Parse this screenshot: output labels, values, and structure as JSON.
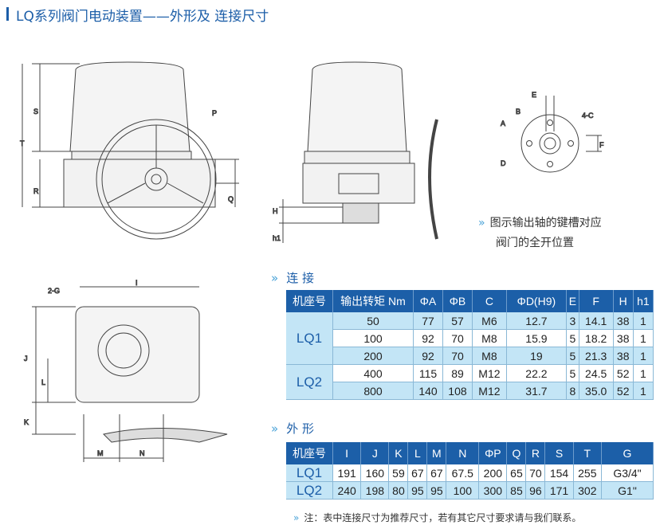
{
  "title": "LQ系列阀门电动装置——外形及 连接尺寸",
  "drawing_labels": {
    "front": [
      "S",
      "T",
      "R",
      "P",
      "Q"
    ],
    "side": [
      "H",
      "h1"
    ],
    "flange": [
      "E",
      "B",
      "A",
      "D",
      "4-C",
      "F"
    ],
    "bottom": [
      "I",
      "2-G",
      "J",
      "L",
      "K",
      "M",
      "N"
    ]
  },
  "caption": [
    "图示输出轴的键槽对应",
    "阀门的全开位置"
  ],
  "connection": {
    "heading": "连 接",
    "headers": [
      "机座号",
      "输出转矩 Nm",
      "ΦA",
      "ΦB",
      "C",
      "ΦD(H9)",
      "E",
      "F",
      "H",
      "h1"
    ],
    "groups": [
      {
        "model": "LQ1",
        "rows": [
          [
            "50",
            "77",
            "57",
            "M6",
            "12.7",
            "3",
            "14.1",
            "38",
            "1"
          ],
          [
            "100",
            "92",
            "70",
            "M8",
            "15.9",
            "5",
            "18.2",
            "38",
            "1"
          ],
          [
            "200",
            "92",
            "70",
            "M8",
            "19",
            "5",
            "21.3",
            "38",
            "1"
          ]
        ]
      },
      {
        "model": "LQ2",
        "rows": [
          [
            "400",
            "115",
            "89",
            "M12",
            "22.2",
            "5",
            "24.5",
            "52",
            "1"
          ],
          [
            "800",
            "140",
            "108",
            "M12",
            "31.7",
            "8",
            "35.0",
            "52",
            "1"
          ]
        ]
      }
    ]
  },
  "outline": {
    "heading": "外 形",
    "headers": [
      "机座号",
      "I",
      "J",
      "K",
      "L",
      "M",
      "N",
      "ΦP",
      "Q",
      "R",
      "S",
      "T",
      "G"
    ],
    "rows": [
      [
        "LQ1",
        "191",
        "160",
        "59",
        "67",
        "67",
        "67.5",
        "200",
        "65",
        "70",
        "154",
        "255",
        "G3/4\""
      ],
      [
        "LQ2",
        "240",
        "198",
        "80",
        "95",
        "95",
        "100",
        "300",
        "85",
        "96",
        "171",
        "302",
        "G1\""
      ]
    ]
  },
  "note": "注：表中连接尺寸为推荐尺寸，若有其它尺寸要求请与我们联系。",
  "chevron": "»"
}
